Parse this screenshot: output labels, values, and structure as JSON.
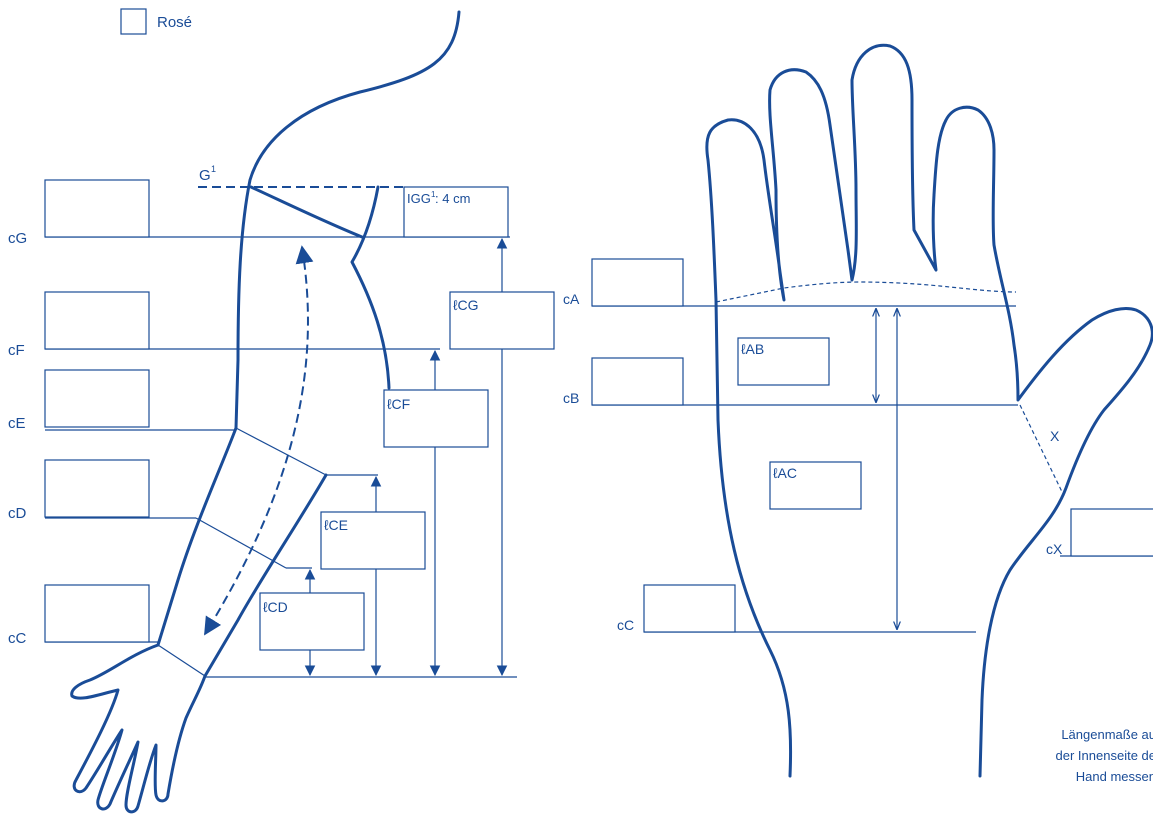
{
  "colors": {
    "line": "#1a4c97",
    "background": "#ffffff"
  },
  "legend": {
    "rose_label": "Rosé"
  },
  "arm": {
    "g_marker": "G",
    "g_marker_sup": "1",
    "igg_prefix": "IGG",
    "igg_sup": "1",
    "igg_suffix": ": 4 cm",
    "circ_labels": {
      "cG": "cG",
      "cF": "cF",
      "cE": "cE",
      "cD": "cD",
      "cC": "cC"
    },
    "length_labels": {
      "lCG": "ℓCG",
      "lCF": "ℓCF",
      "lCE": "ℓCE",
      "lCD": "ℓCD"
    }
  },
  "hand": {
    "circ_labels": {
      "cA": "cA",
      "cB": "cB",
      "cC": "cC",
      "cX": "cX"
    },
    "length_labels": {
      "lAB": "ℓAB",
      "lAC": "ℓAC"
    },
    "x_label": "X",
    "note_lines": [
      "Längenmaße au",
      "der Innenseite de",
      "Hand messen"
    ]
  }
}
